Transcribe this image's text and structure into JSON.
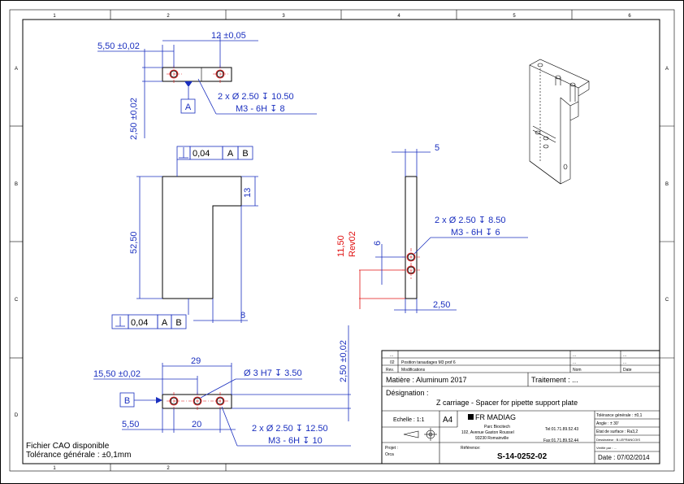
{
  "border": {
    "cols_top": [
      "1",
      "2",
      "3",
      "4",
      "5",
      "6"
    ],
    "cols_bottom": [
      "1",
      "2"
    ],
    "rows": [
      "A",
      "B",
      "C",
      "D"
    ]
  },
  "view_top": {
    "dim_left": "5,50 ±0,02",
    "dim_right": "12 ±0,05",
    "dim_height": "2,50 ±0,02",
    "datum": "A",
    "hole_note_1": "2 x Ø 2.50 ↧ 10.50",
    "hole_note_2": "M3 - 6H ↧ 8"
  },
  "view_front": {
    "gdt_top": {
      "symbol": "⊥",
      "tol": "0,04",
      "ref1": "A",
      "ref2": "B"
    },
    "gdt_bottom": {
      "symbol": "⊥",
      "tol": "0,04",
      "ref1": "A",
      "ref2": "B"
    },
    "dim_height": "52,50",
    "dim_step": "13",
    "dim_bottom": "8"
  },
  "view_side": {
    "dim_width": "5",
    "hole_note_1": "2 x Ø 2.50 ↧ 8.50",
    "hole_note_2": "M3 - 6H ↧ 6",
    "dim_red": "11,50",
    "rev_tag": "Rev02",
    "dim_6": "6",
    "dim_bottom": "2,50"
  },
  "view_bottom": {
    "dim_29": "29",
    "dim_left": "15,50 ±0,02",
    "dim_hole": "Ø 3  H7 ↧ 3.50",
    "dim_vertical": "2,50 ±0,02",
    "datum": "B",
    "dim_550": "5,50",
    "dim_20": "20",
    "hole_note_1": "2 x Ø 2.50 ↧ 12.50",
    "hole_note_2": "M3 - 6H ↧ 10"
  },
  "notes": {
    "cao": "Fichier CAO disponible",
    "tolerance": "Tolérance générale : ±0,1mm"
  },
  "title_block": {
    "rev_row_dots": "...",
    "rev_number": "02",
    "rev_desc": "Position taraudages M3 prof 6",
    "rev_label": "Rev.",
    "modif_label": "Modifications",
    "nom_label": "Nom",
    "date_label": "Date",
    "matiere": "Matière : Aluminum 2017",
    "traitement": "Traitement : ...",
    "designation_label": "Désignation :",
    "designation": "Z carriage - Spacer for pipette support plate",
    "echelle": "Echelle : 1:1",
    "format": "A4",
    "company": "FR MADIAG",
    "addr1": "Parc Biocitech",
    "addr2": "102, Avenue Gaston Roussel",
    "addr3": "93230 Romainville",
    "tel": "Tel:01.71.89.52.43",
    "fax": "Fax:01.71.89.52.44",
    "tol_gen": "Tolérance générale : ±0,1",
    "angle": "Angle : ± 30'",
    "surface": "Etat de surface : Ra3,2",
    "dessinateur": "Dessinateur : B.LEFRANCOIS",
    "verifie": "Vérifié par : ...",
    "projet_label": "Projet :",
    "projet": "Orca",
    "reference_label": "Référence:",
    "reference": "S-14-0252-02",
    "date": "Date : 07/02/2014"
  }
}
